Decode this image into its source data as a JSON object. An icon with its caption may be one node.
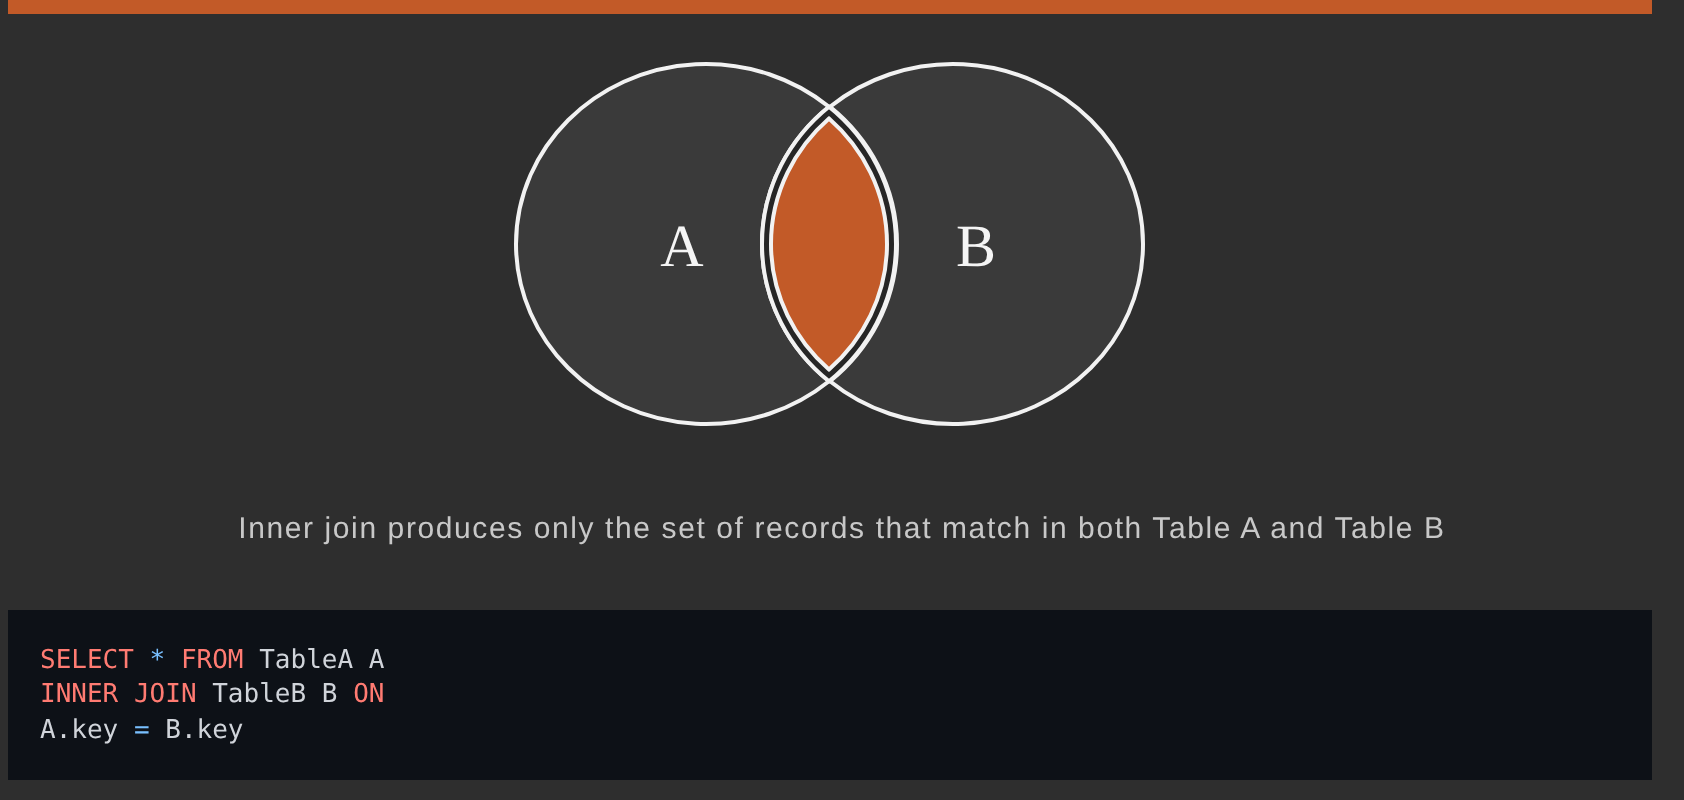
{
  "diagram": {
    "caption": "Inner join produces only the set of records that match in both Table A and Table B",
    "nodes": [
      {
        "text": [
          "A"
        ]
      },
      {
        "text": [
          "B"
        ]
      }
    ],
    "labels": [
      "SELECT * FROM TableA A",
      "INNER JOIN TableB B ON",
      "A.key = B.key"
    ]
  }
}
